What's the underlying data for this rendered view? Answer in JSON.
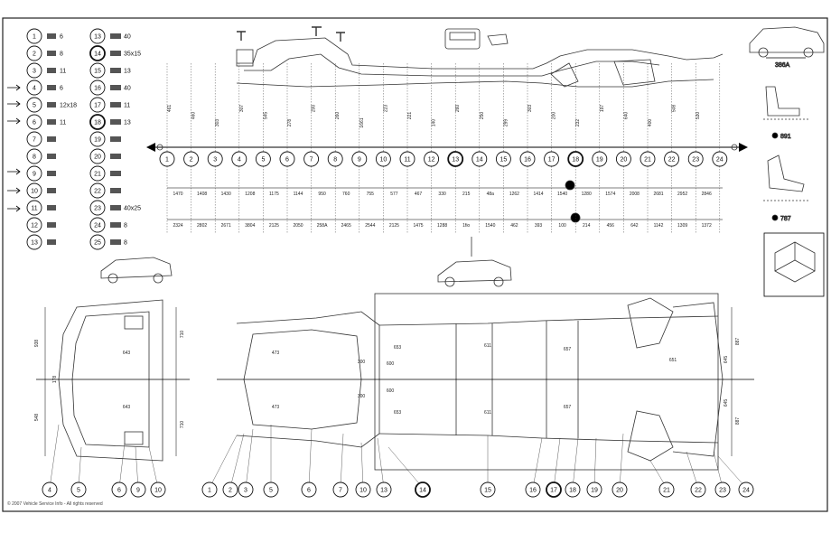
{
  "legend": {
    "col1": [
      {
        "n": "1",
        "spec": "6"
      },
      {
        "n": "2",
        "spec": "8"
      },
      {
        "n": "3",
        "spec": "11"
      },
      {
        "n": "4",
        "spec": "6"
      },
      {
        "n": "5",
        "spec": "12x18"
      },
      {
        "n": "6",
        "spec": "11"
      },
      {
        "n": "7",
        "spec": ""
      },
      {
        "n": "8",
        "spec": ""
      },
      {
        "n": "9",
        "spec": ""
      },
      {
        "n": "10",
        "spec": ""
      },
      {
        "n": "11",
        "spec": ""
      },
      {
        "n": "12",
        "spec": ""
      },
      {
        "n": "13",
        "spec": ""
      }
    ],
    "col2": [
      {
        "n": "13",
        "spec": "40"
      },
      {
        "n": "14",
        "spec": "35x15"
      },
      {
        "n": "15",
        "spec": "13"
      },
      {
        "n": "16",
        "spec": "40"
      },
      {
        "n": "17",
        "spec": "11"
      },
      {
        "n": "18",
        "spec": "13"
      },
      {
        "n": "19",
        "spec": ""
      },
      {
        "n": "20",
        "spec": ""
      },
      {
        "n": "21",
        "spec": ""
      },
      {
        "n": "22",
        "spec": ""
      },
      {
        "n": "23",
        "spec": "40x25"
      },
      {
        "n": "24",
        "spec": "8"
      },
      {
        "n": "25",
        "spec": "8"
      }
    ]
  },
  "side_view": {
    "upper_dims": [
      "461",
      "460",
      "303",
      "307",
      "545",
      "278",
      "200",
      "260",
      "1661",
      "223",
      "221",
      "140",
      "260",
      "250",
      "299",
      "303",
      "200",
      "232",
      "197",
      "640",
      "400",
      "508",
      "530"
    ],
    "callouts": [
      "1",
      "2",
      "3",
      "4",
      "5",
      "6",
      "7",
      "8",
      "9",
      "10",
      "11",
      "12",
      "13",
      "14",
      "15",
      "16",
      "17",
      "18",
      "19",
      "20",
      "21",
      "22",
      "23",
      "24"
    ],
    "row1": [
      "1470",
      "1408",
      "1430",
      "1208",
      "1175",
      "1144",
      "950",
      "760",
      "755",
      "577",
      "467",
      "330",
      "215",
      "48a",
      "1262",
      "1414",
      "1540",
      "1280",
      "1574",
      "2008",
      "2681",
      "2952",
      "2846"
    ],
    "row2": [
      "2324",
      "2802",
      "2671",
      "3804",
      "2125",
      "2050",
      "258A",
      "2465",
      "2544",
      "2125",
      "1475",
      "1288",
      "1fio",
      "1540",
      "462",
      "393",
      "100",
      "214",
      "456",
      "642",
      "1142",
      "1309",
      "1372"
    ]
  },
  "right_panel": {
    "dim_label": "386A",
    "ref1": "891",
    "ref2": "787"
  },
  "plan_view": {
    "front_dims": [
      "938",
      "710",
      "643",
      "643",
      "548",
      "178",
      "710"
    ],
    "center_dims": [
      "473",
      "473",
      "300",
      "300",
      "653",
      "653",
      "600",
      "600",
      "611",
      "611",
      "657",
      "657",
      "651"
    ],
    "rear_dims": [
      "887",
      "645",
      "645",
      "887"
    ],
    "bottom_callouts_front": [
      "4",
      "5",
      "6",
      "9",
      "10"
    ],
    "bottom_callouts_main": [
      "1",
      "2",
      "3",
      "5",
      "6",
      "7",
      "10",
      "13",
      "14",
      "15",
      "16",
      "17",
      "18",
      "19",
      "20",
      "21",
      "22",
      "23",
      "24"
    ]
  },
  "footer": "© 2007 Vehicle Service Info - All rights reserved"
}
